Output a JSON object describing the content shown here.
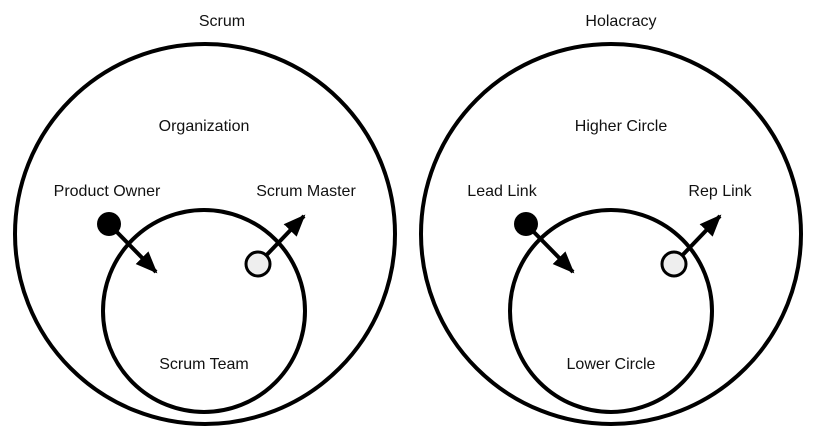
{
  "diagrams": [
    {
      "title": "Scrum",
      "outer_label": "Organization",
      "inner_label": "Scrum Team",
      "left_role": "Product Owner",
      "right_role": "Scrum Master"
    },
    {
      "title": "Holacracy",
      "outer_label": "Higher Circle",
      "inner_label": "Lower Circle",
      "left_role": "Lead Link",
      "right_role": "Rep Link"
    }
  ],
  "colors": {
    "stroke": "#000000",
    "filled_dot": "#000000",
    "hollow_dot": "#eeeeee"
  }
}
